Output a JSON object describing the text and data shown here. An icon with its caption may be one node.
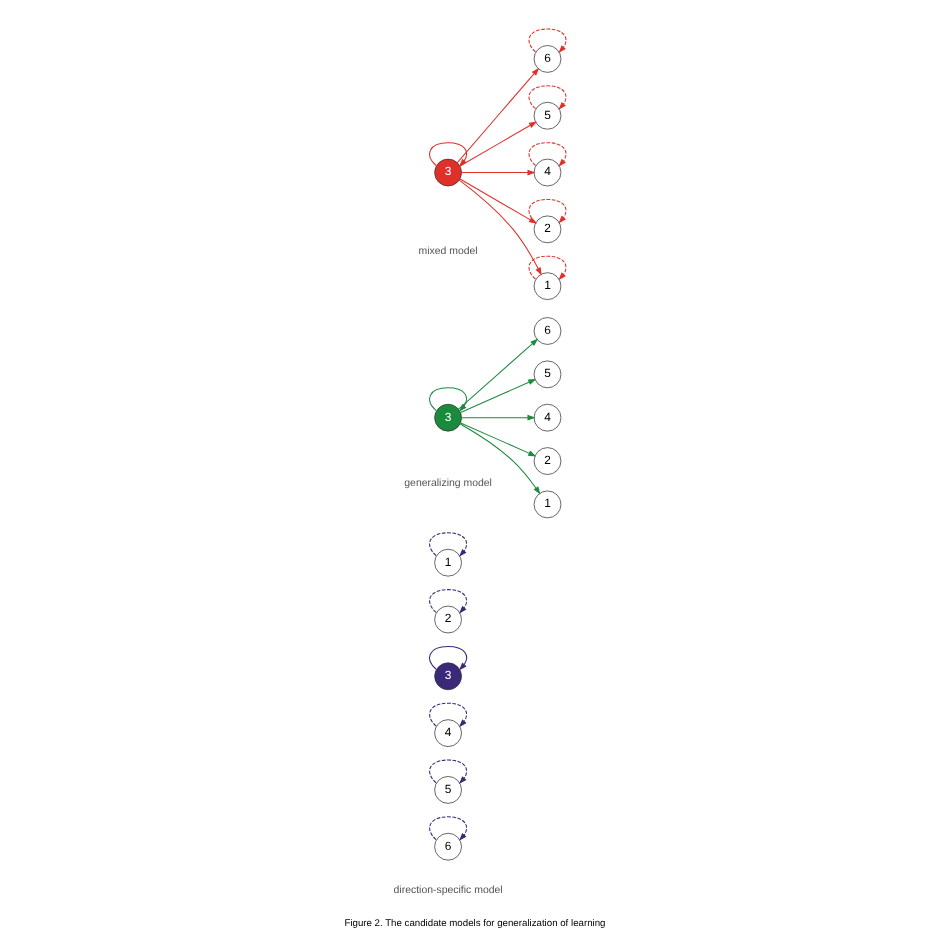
{
  "diagram": {
    "caption": "Figure 2. The candidate models for generalization of learning",
    "nodes": [
      {
        "text": [
          "1"
        ]
      },
      {
        "text": [
          "2"
        ]
      },
      {
        "text": [
          "3"
        ]
      },
      {
        "text": [
          "4"
        ]
      },
      {
        "text": [
          "5"
        ]
      },
      {
        "text": [
          "6"
        ]
      },
      {
        "text": [
          "1"
        ]
      },
      {
        "text": [
          "2"
        ]
      },
      {
        "text": [
          "3"
        ]
      },
      {
        "text": [
          "4"
        ]
      },
      {
        "text": [
          "5"
        ]
      },
      {
        "text": [
          "6"
        ]
      },
      {
        "text": [
          "1"
        ]
      },
      {
        "text": [
          "2"
        ]
      },
      {
        "text": [
          "3"
        ]
      },
      {
        "text": [
          "4"
        ]
      },
      {
        "text": [
          "5"
        ]
      },
      {
        "text": [
          "6"
        ]
      }
    ],
    "edges": [
      {
        "from": 0,
        "to": 0,
        "arrow": "to",
        "style": "dashed",
        "color": "#3a2878"
      },
      {
        "from": 1,
        "to": 1,
        "arrow": "to",
        "style": "dashed",
        "color": "#3a2878"
      },
      {
        "from": 2,
        "to": 2,
        "arrow": "to",
        "color": "#3a2878"
      },
      {
        "from": 3,
        "to": 3,
        "arrow": "to",
        "style": "dashed",
        "color": "#3a2878"
      },
      {
        "from": 4,
        "to": 4,
        "arrow": "to",
        "style": "dashed",
        "color": "#3a2878"
      },
      {
        "from": 5,
        "to": 5,
        "arrow": "to",
        "style": "dashed",
        "color": "#3a2878"
      },
      {
        "from": 8,
        "to": 8,
        "arrow": "to",
        "color": "#1a8a3c"
      },
      {
        "from": 8,
        "to": 6,
        "arrow": "to",
        "color": "#1a8a3c"
      },
      {
        "from": 8,
        "to": 7,
        "arrow": "to",
        "color": "#1a8a3c"
      },
      {
        "from": 8,
        "to": 9,
        "arrow": "to",
        "color": "#1a8a3c"
      },
      {
        "from": 8,
        "to": 10,
        "arrow": "to",
        "color": "#1a8a3c"
      },
      {
        "from": 8,
        "to": 11,
        "arrow": "to",
        "color": "#1a8a3c"
      },
      {
        "from": 14,
        "to": 14,
        "arrow": "to"
      },
      {
        "from": 14,
        "to": 12,
        "arrow": "to"
      },
      {
        "from": 14,
        "to": 13,
        "arrow": "to"
      },
      {
        "from": 14,
        "to": 15,
        "arrow": "to"
      },
      {
        "from": 14,
        "to": 16,
        "arrow": "to"
      },
      {
        "from": 14,
        "to": 17,
        "arrow": "to"
      },
      {
        "from": 12,
        "to": 12,
        "arrow": "to",
        "style": "dashed"
      },
      {
        "from": 13,
        "to": 13,
        "arrow": "to",
        "style": "dashed"
      },
      {
        "from": 15,
        "to": 15,
        "arrow": "to",
        "style": "dashed"
      },
      {
        "from": 16,
        "to": 16,
        "arrow": "to",
        "style": "dashed"
      },
      {
        "from": 17,
        "to": 17,
        "arrow": "to",
        "style": "dashed"
      }
    ],
    "labels": [
      "direction-specific model",
      "generalizing model",
      "mixed model"
    ]
  }
}
